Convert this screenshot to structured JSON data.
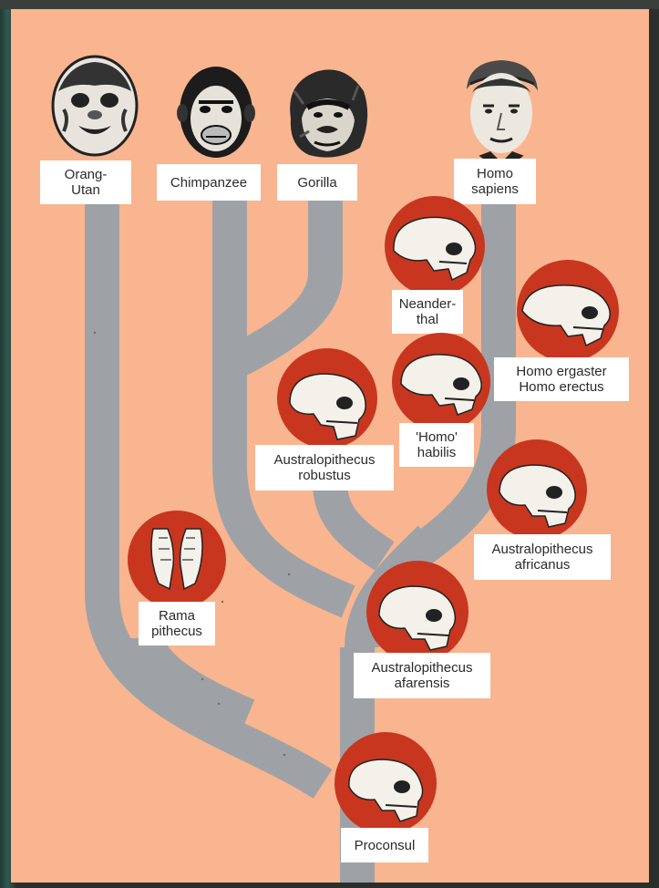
{
  "colors": {
    "background": "#f8b58f",
    "branch": "#9ea2a6",
    "skull_circle": "#c8361f",
    "label_bg": "#ffffff",
    "bone": "#f4f1ea",
    "frame": "#2a2f2b"
  },
  "species": {
    "orang_utan": "Orang-\nUtan",
    "chimpanzee": "Chimpanzee",
    "gorilla": "Gorilla",
    "homo_sapiens": "Homo\nsapiens",
    "neanderthal": "Neander-\nthal",
    "homo_ergaster": "Homo ergaster\nHomo erectus",
    "australopithecus_robustus": "Australopithecus\nrobustus",
    "homo_habilis": "'Homo'\nhabilis",
    "australopithecus_africanus": "Australopithecus\nafricanus",
    "ramapithecus": "Rama\npithecus",
    "australopithecus_afarensis": "Australopithecus\nafarensis",
    "proconsul": "Proconsul"
  },
  "icons": {
    "orang_utan": "orangutan-face-icon",
    "chimpanzee": "chimpanzee-face-icon",
    "gorilla": "gorilla-face-icon",
    "homo_sapiens": "human-face-icon",
    "neanderthal": "neanderthal-skull-icon",
    "homo_ergaster": "homo-erectus-skull-icon",
    "australopithecus_robustus": "robustus-skull-icon",
    "homo_habilis": "habilis-skull-icon",
    "australopithecus_africanus": "africanus-skull-icon",
    "ramapithecus": "ramapithecus-jaw-icon",
    "australopithecus_afarensis": "afarensis-skull-icon",
    "proconsul": "proconsul-skull-icon"
  }
}
